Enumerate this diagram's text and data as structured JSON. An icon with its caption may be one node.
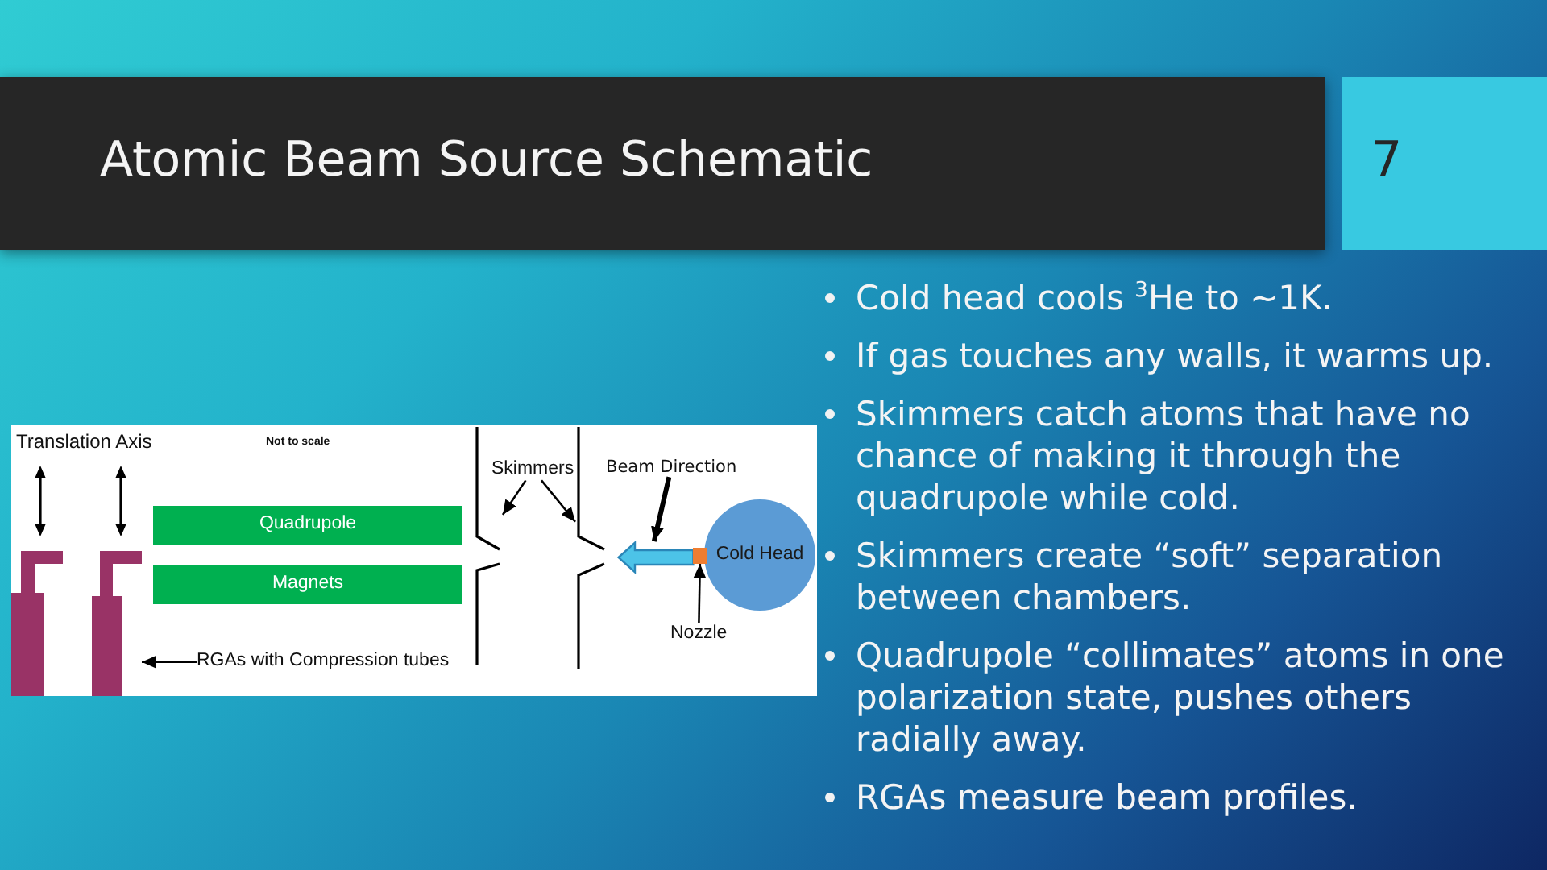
{
  "diagram": {
    "title": "Atomic Beam Source Schematic",
    "nodes": [
      {
        "text": [
          "Skimmers"
        ]
      },
      {
        "text": [
          "Beam Direction"
        ]
      },
      {
        "text": [
          "Quadrupole"
        ]
      },
      {
        "text": [
          "Cold Head"
        ]
      },
      {
        "text": [
          "Magnets"
        ]
      },
      {
        "text": [
          "Nozzle"
        ]
      },
      {
        "text": [
          "RGAs with Compression tubes"
        ]
      },
      {
        "text": [],
        "shape": "box"
      },
      {
        "text": [],
        "shape": "box"
      },
      {
        "text": [],
        "shape": "picture"
      },
      {
        "text": [],
        "shape": "picture"
      },
      {
        "text": [],
        "shape": "arrow"
      },
      {
        "text": [],
        "shape": "box"
      }
    ],
    "edges": [
      {
        "from": 0,
        "to": 9,
        "arrow": "to"
      },
      {
        "from": 0,
        "to": 10,
        "arrow": "to"
      },
      {
        "from": 1,
        "to": 11,
        "arrow": "to",
        "style": "thick"
      },
      {
        "from": 5,
        "to": 12,
        "arrow": "to"
      },
      {
        "from": 6,
        "to": 8,
        "arrow": "to"
      }
    ],
    "labels": [
      "7",
      "Translation Axis",
      "Not to scale",
      "Cold head cools $^{3}$He to ~1K.",
      "If gas touches any walls, it warms up.",
      "Skimmers catch atoms that have no chance of making it through the quadrupole while cold.",
      "Skimmers create “soft” separation between chambers.",
      "Quadrupole “collimates” atoms in one polarization state, pushes others radially away.",
      "RGAs measure beam profiles."
    ]
  }
}
